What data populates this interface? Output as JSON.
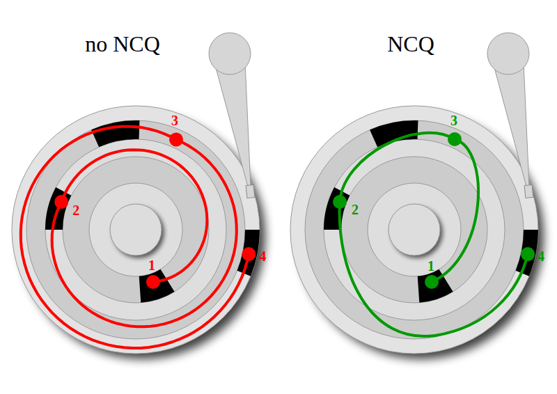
{
  "diagram": {
    "labels": [
      "no NCQ",
      "NCQ",
      "1",
      "2",
      "3",
      "4",
      "1",
      "2",
      "3",
      "4"
    ]
  }
}
